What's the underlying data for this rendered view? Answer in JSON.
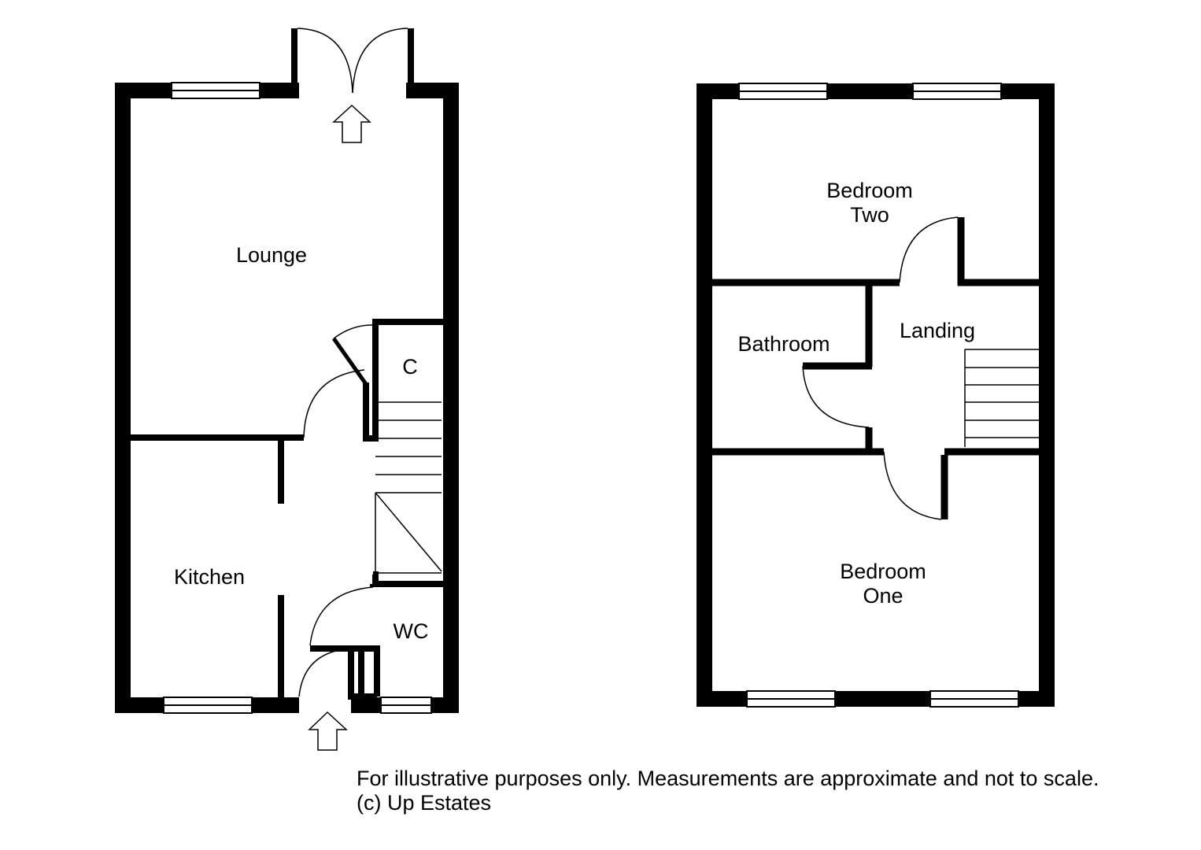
{
  "floorplan": {
    "ground_floor": {
      "rooms": {
        "lounge": "Lounge",
        "cupboard": "C",
        "kitchen": "Kitchen",
        "wc": "WC"
      }
    },
    "first_floor": {
      "rooms": {
        "bedroom_two_line1": "Bedroom",
        "bedroom_two_line2": "Two",
        "bathroom": "Bathroom",
        "landing": "Landing",
        "bedroom_one_line1": "Bedroom",
        "bedroom_one_line2": "One"
      }
    }
  },
  "footer": {
    "disclaimer": "For illustrative purposes only. Measurements are approximate and not to scale.",
    "copyright": "(c) Up Estates"
  }
}
